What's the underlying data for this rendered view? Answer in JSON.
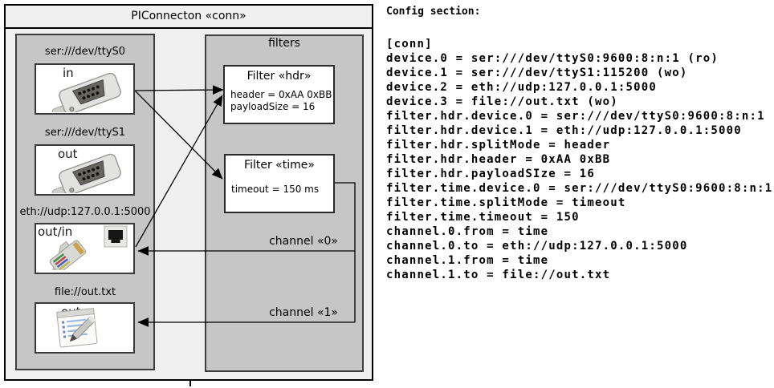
{
  "diagram": {
    "title": "PIConnecton «conn»",
    "devices": [
      {
        "label": "ser:///dev/ttyS0",
        "port": "in",
        "icon": "serial-connector"
      },
      {
        "label": "ser:///dev/ttyS1",
        "port": "out",
        "icon": "serial-connector"
      },
      {
        "label": "eth://udp:127.0.0.1:5000",
        "port": "out/in",
        "icon": "ethernet-connector"
      },
      {
        "label": "file://out.txt",
        "port": "out",
        "icon": "file-document"
      }
    ],
    "filters_label": "filters",
    "filters": [
      {
        "title": "Filter «hdr»",
        "attributes": [
          "header = 0xAA 0xBB",
          "payloadSize = 16"
        ]
      },
      {
        "title": "Filter «time»",
        "attributes": [
          "timeout = 150 ms"
        ]
      }
    ],
    "channels": [
      {
        "label": "channel «0»"
      },
      {
        "label": "channel «1»"
      }
    ]
  },
  "config": {
    "heading": "Config section:",
    "lines": [
      "[conn]",
      "device.0 = ser:///dev/ttyS0:9600:8:n:1 (ro)",
      "device.1 = ser:///dev/ttyS1:115200 (wo)",
      "device.2 = eth://udp:127.0.0.1:5000",
      "device.3 = file://out.txt (wo)",
      "filter.hdr.device.0 = ser:///dev/ttyS0:9600:8:n:1",
      "filter.hdr.device.1 = eth://udp:127.0.0.1:5000",
      "filter.hdr.splitMode = header",
      "filter.hdr.header = 0xAA 0xBB",
      "filter.hdr.payloadSIze = 16",
      "filter.time.device.0 = ser:///dev/ttyS0:9600:8:n:1",
      "filter.time.splitMode = timeout",
      "filter.time.timeout = 150",
      "channel.0.from = time",
      "channel.0.to = eth://udp:127.0.0.1:5000",
      "channel.1.from = time",
      "channel.1.to = file://out.txt"
    ]
  },
  "colors": {
    "outer-fill": "#f0f0f0",
    "group-fill": "#c6c6c6",
    "box-fill": "#ffffff",
    "line-color": "#000000"
  }
}
